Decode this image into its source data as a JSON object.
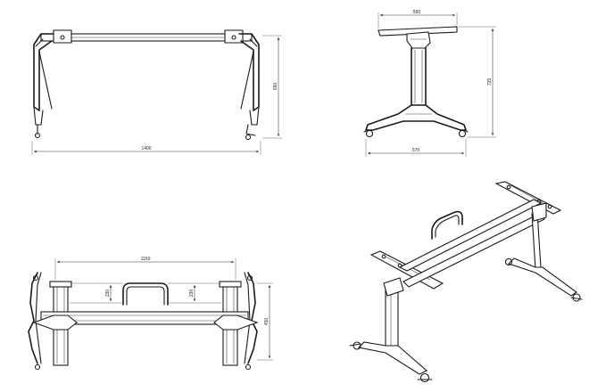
{
  "drawing": {
    "views": [
      "front-view",
      "side-view",
      "top-view",
      "isometric-view"
    ]
  },
  "dimensions": {
    "front_width": "1400",
    "front_height": "650",
    "side_top_width": "500",
    "side_height": "725",
    "side_base_width": "570",
    "top_inner_span": "1150",
    "top_left_offset": "230",
    "top_right_offset": "230",
    "top_depth": "450"
  },
  "colors": {
    "line": "#1a1a1a",
    "dimension": "#333333",
    "background": "#ffffff"
  }
}
